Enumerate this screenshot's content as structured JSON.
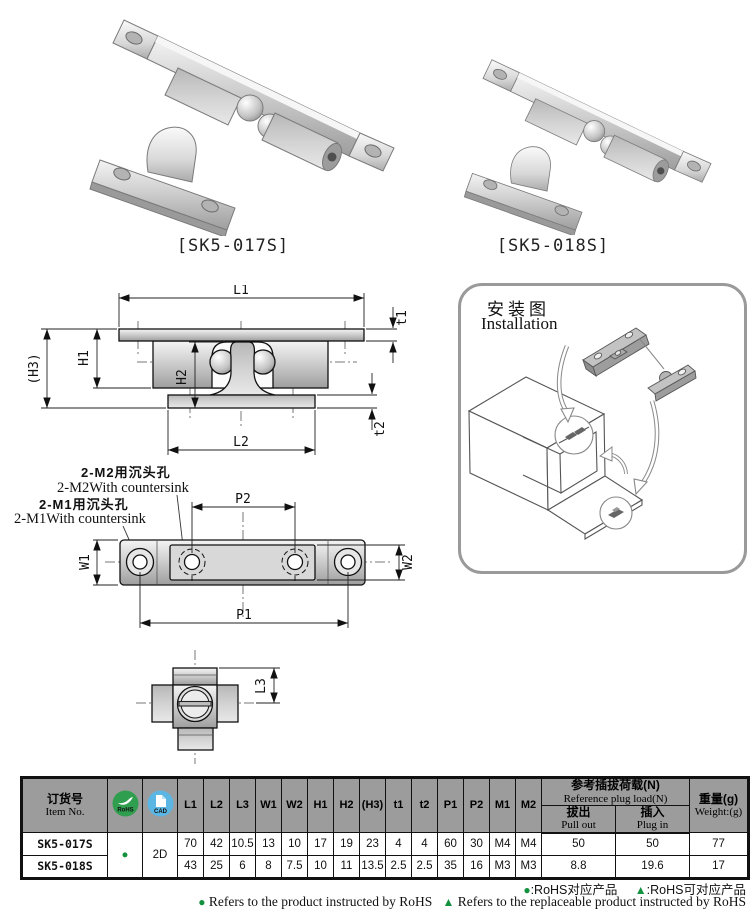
{
  "products": [
    {
      "caption": "[SK5-017S]"
    },
    {
      "caption": "[SK5-018S]"
    }
  ],
  "drawings": {
    "dim_labels": {
      "l1": "L1",
      "l2": "L2",
      "l3": "L3",
      "t1": "t1",
      "t2": "t2",
      "h1": "H1",
      "h2": "H2",
      "h3": "(H3)",
      "p1": "P1",
      "p2": "P2",
      "w1": "W1",
      "w2": "W2"
    },
    "callouts": {
      "m2_cn": "2-M2用沉头孔",
      "m2_en": "2-M2With countersink",
      "m1_cn": "2-M1用沉头孔",
      "m1_en": "2-M1With countersink"
    }
  },
  "installation": {
    "title_cn": "安装图",
    "title_en": "Installation"
  },
  "table": {
    "header": {
      "item_no_cn": "订货号",
      "item_no_en": "Item No.",
      "rohs_label": "RoHS",
      "cad_label": "CAD",
      "dims": [
        "L1",
        "L2",
        "L3",
        "W1",
        "W2",
        "H1",
        "H2",
        "(H3)",
        "t1",
        "t2",
        "P1",
        "P2",
        "M1",
        "M2"
      ],
      "plug_load_cn": "参考插拔荷载(N)",
      "plug_load_en": "Reference plug load(N)",
      "pull_out_cn": "拔出",
      "pull_out_en": "Pull out",
      "plug_in_cn": "插入",
      "plug_in_en": "Plug in",
      "weight_cn": "重量(g)",
      "weight_en": "Weight:(g)"
    },
    "shared": {
      "rohs_dot": "●",
      "cad_value": "2D"
    },
    "rows": [
      {
        "item": "SK5-017S",
        "dims": [
          "70",
          "42",
          "10.5",
          "13",
          "10",
          "17",
          "19",
          "23",
          "4",
          "4",
          "60",
          "30",
          "M4",
          "M4"
        ],
        "pull_out": "50",
        "plug_in": "50",
        "weight": "77"
      },
      {
        "item": "SK5-018S",
        "dims": [
          "43",
          "25",
          "6",
          "8",
          "7.5",
          "10",
          "11",
          "13.5",
          "2.5",
          "2.5",
          "35",
          "16",
          "M3",
          "M3"
        ],
        "pull_out": "8.8",
        "plug_in": "19.6",
        "weight": "17"
      }
    ]
  },
  "legend": {
    "line1": [
      {
        "bullet": "●",
        "text": ":RoHS对应产品"
      },
      {
        "bullet": "▲",
        "text": ":RoHS可对应产品"
      }
    ],
    "line2": [
      {
        "bullet": "●",
        "text": "Refers to the product instructed by RoHS"
      },
      {
        "bullet": "▲",
        "text": "Refers to the replaceable product instructed by RoHS"
      }
    ]
  },
  "colors": {
    "accent_green": "#13913e",
    "rohs_icon": "#2f9e4f",
    "cad_icon": "#5cb6e4",
    "header_gray": "#9c9c9c",
    "item_lavender": "#cdc7e2"
  }
}
